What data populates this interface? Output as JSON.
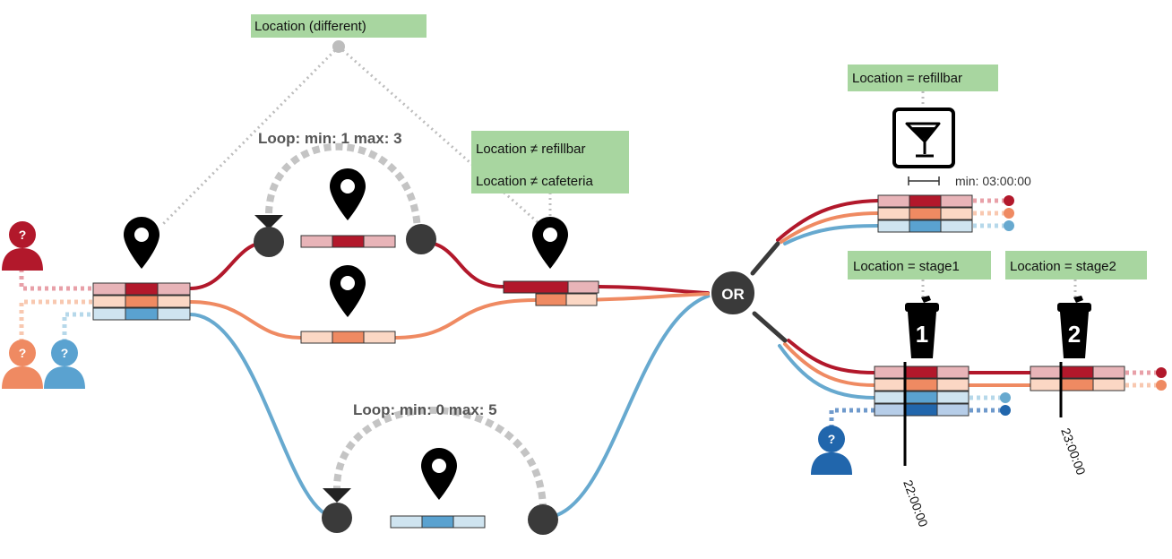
{
  "colors": {
    "red": "#b2182b",
    "orange": "#ef8a62",
    "blue": "#67a9cf",
    "darkblue": "#2166ac",
    "node": "#3a3a3a",
    "tag": "#a8d6a0",
    "loop": "#c4c4c4"
  },
  "tags": {
    "location_different": "Location (different)",
    "not_refillbar": "Location ≠ refillbar",
    "not_cafeteria": "Location ≠ cafeteria",
    "eq_refillbar": "Location = refillbar",
    "eq_stage1": "Location = stage1",
    "eq_stage2": "Location = stage2"
  },
  "loops": {
    "upper": "Loop: min: 1 max: 3",
    "lower": "Loop: min: 0 max: 5"
  },
  "or_label": "OR",
  "duration_label": "min: 03:00:00",
  "stages": {
    "stage1_number": "1",
    "stage2_number": "2"
  },
  "times": {
    "t1": "22:00:00",
    "t2": "23:00:00"
  },
  "actor_mark": "?",
  "icons": {
    "location": "location-pin-icon",
    "bar": "cocktail-glass-icon",
    "stage": "stage-bin-icon",
    "actor": "person-unknown-icon"
  }
}
